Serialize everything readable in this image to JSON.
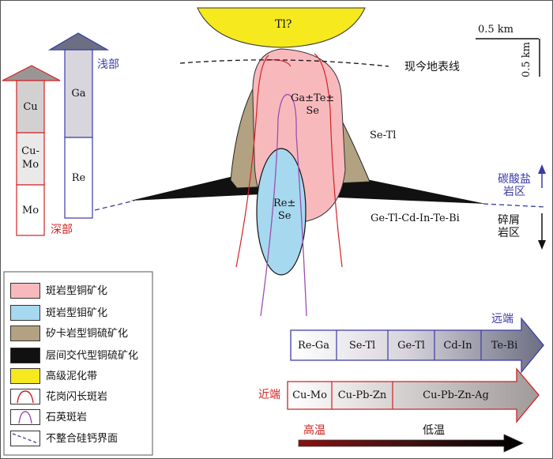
{
  "figure": {
    "tl_zone_label": "Tl?",
    "scale_h": "0.5 km",
    "scale_v": "0.5 km",
    "surface_label": "现今地表线",
    "shallow_label": "浅部",
    "deep_label": "深部",
    "ga_te_se_label": "Ga±Te±\nSe",
    "se_tl_label": "Se-Tl",
    "re_se_label": "Re±\nSe",
    "ge_label": "Ge-Tl-Cd-In-Te-Bi",
    "carbonate_label": "碳酸盐\n岩区",
    "clastic_label": "碎屑\n岩区"
  },
  "left_column_red": [
    "Cu",
    "Cu-\nMo",
    "Mo"
  ],
  "left_column_blue": [
    "Ga",
    "Re"
  ],
  "legend": [
    {
      "label": "斑岩型铜矿化",
      "color": "#f8b9bd"
    },
    {
      "label": "斑岩型钼矿化",
      "color": "#a6d8ef"
    },
    {
      "label": "矽卡岩型铜硫矿化",
      "color": "#b2a282"
    },
    {
      "label": "层间交代型铜硫矿化",
      "color": "#111111"
    },
    {
      "label": "高级泥化带",
      "color": "#f6e91e"
    },
    {
      "label": "花岗闪长斑岩",
      "color": "#d22222"
    },
    {
      "label": "石英斑岩",
      "color": "#9a4fb0"
    },
    {
      "label": "不整合硅钙界面",
      "color": "#3a3aa8"
    }
  ],
  "distal_row": {
    "title": "远端",
    "cells": [
      "Re-Ga",
      "Se-Tl",
      "Ge-Tl",
      "Cd-In",
      "Te-Bi"
    ]
  },
  "proximal_row": {
    "title": "近端",
    "cells": [
      "Cu-Mo",
      "Cu-Pb-Zn",
      "Cu-Pb-Zn-Ag"
    ]
  },
  "temperature": {
    "high": "高温",
    "low": "低温"
  }
}
